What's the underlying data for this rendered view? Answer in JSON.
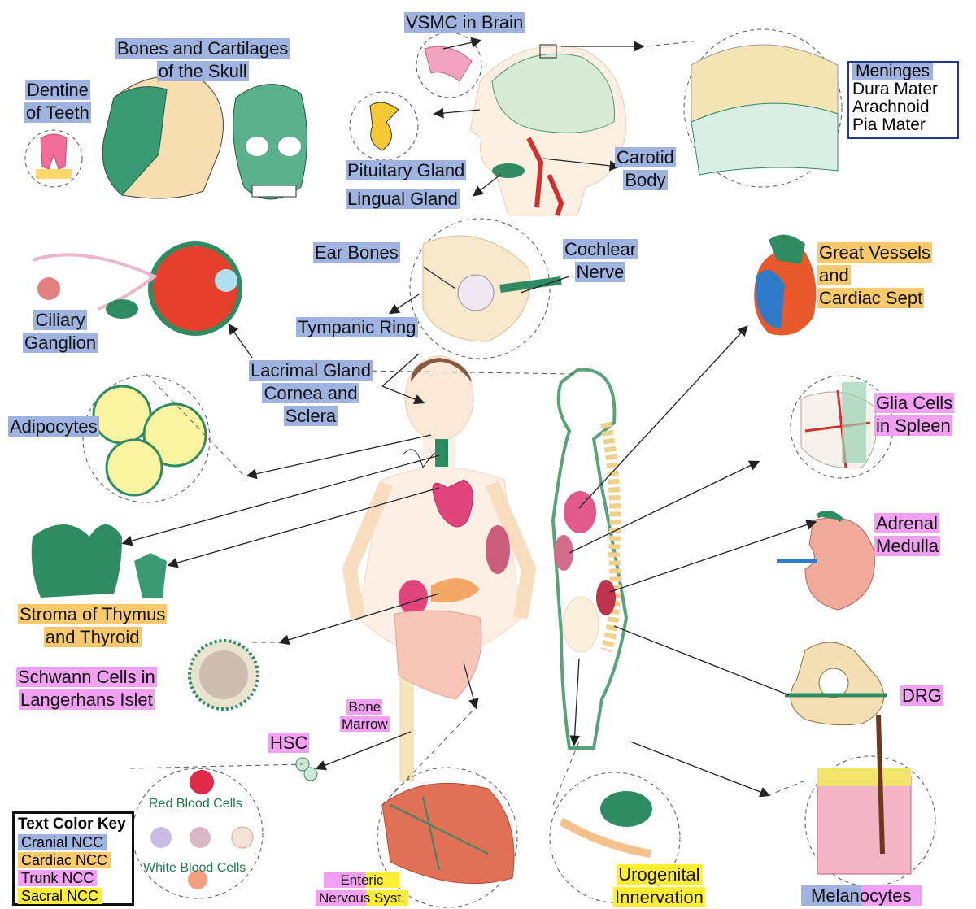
{
  "labels": {
    "vsmc_brain": "VSMC in Brain",
    "bones_skull_1": "Bones and Cartilages",
    "bones_skull_2": "of the Skull",
    "dentine_1": "Dentine",
    "dentine_2": "of Teeth",
    "pituitary": "Pituitary Gland",
    "lingual": "Lingual Gland",
    "carotid_1": "Carotid",
    "carotid_2": "Body",
    "ear_bones": "Ear Bones",
    "cochlear_1": "Cochlear",
    "cochlear_2": "Nerve",
    "tympanic": "Tympanic Ring",
    "ciliary_1": "Ciliary",
    "ciliary_2": "Ganglion",
    "lacrimal_1": "Lacrimal Gland",
    "lacrimal_2": "Cornea and",
    "lacrimal_3": "Sclera",
    "adipocytes": "Adipocytes",
    "great_vessels_1": "Great Vessels",
    "great_vessels_2": "and",
    "great_vessels_3": "Cardiac Sept",
    "glia_1": "Glia Cells",
    "glia_2": "in Spleen",
    "adrenal_1": "Adrenal",
    "adrenal_2": "Medulla",
    "stroma_1": "Stroma of Thymus",
    "stroma_2": "and Thyroid",
    "schwann_1": "Schwann Cells in",
    "schwann_2": "Langerhans Islet",
    "bone_marrow_1": "Bone",
    "bone_marrow_2": "Marrow",
    "hsc": "HSC",
    "drg": "DRG",
    "red_blood": "Red Blood Cells",
    "white_blood": "White Blood Cells",
    "enteric_1": "Enteric",
    "enteric_2": "Nervous Syst.",
    "urogenital_1": "Urogenital",
    "urogenital_2": "Innervation",
    "melanocytes": "Melanocytes"
  },
  "meninges": {
    "title": "Meninges",
    "items": [
      "Dura Mater",
      "Arachnoid",
      "Pia Mater"
    ]
  },
  "color_key": {
    "title": "Text Color Key",
    "entries": [
      {
        "label": "Cranial NCC",
        "color": "#9fb3e0"
      },
      {
        "label": "Cardiac NCC",
        "color": "#f9c96b"
      },
      {
        "label": "Trunk NCC",
        "color": "#f2a0f2"
      },
      {
        "label": "Sacral NCC",
        "color": "#ffee33"
      }
    ]
  },
  "colors": {
    "cranial": "#9fb3e0",
    "cardiac": "#f9c96b",
    "trunk": "#f2a0f2",
    "sacral": "#ffee33",
    "ncc_green": "#2e8b62",
    "organ_pink": "#e05c8a"
  }
}
